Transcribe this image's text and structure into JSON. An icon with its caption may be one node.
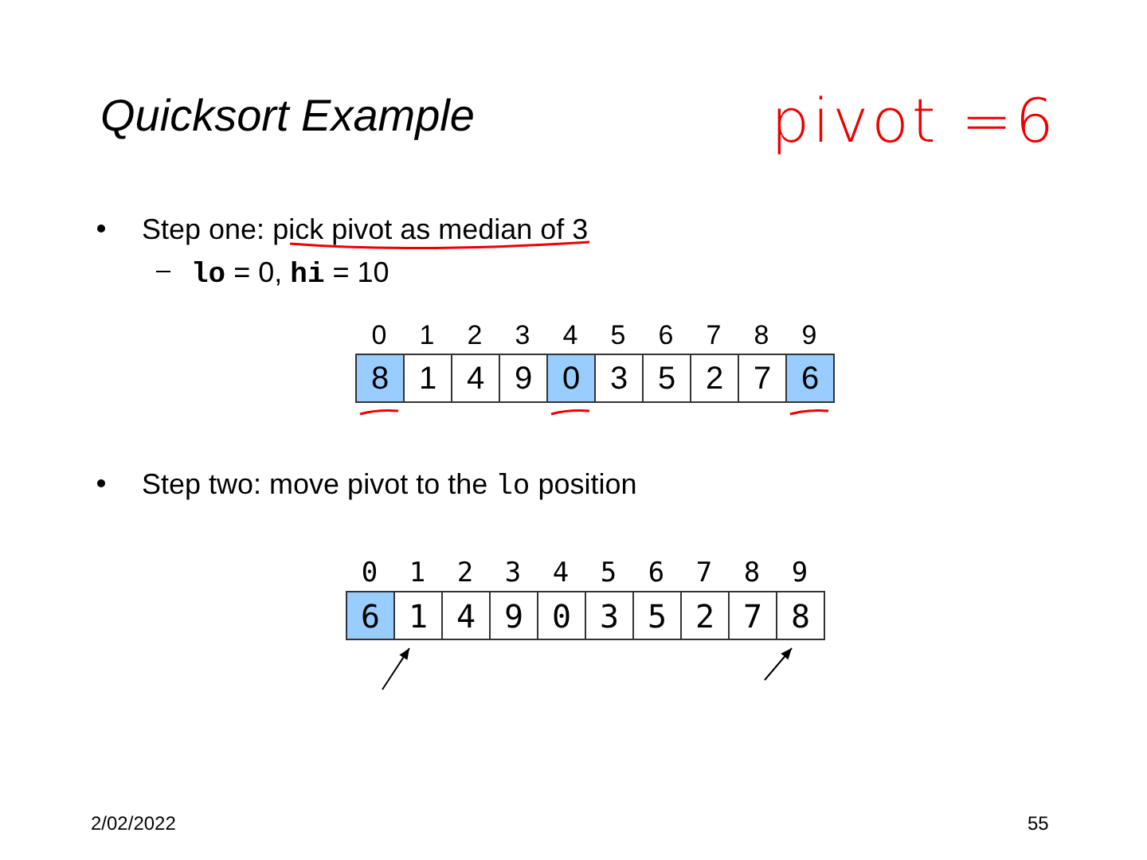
{
  "diagram": {
    "title": "Quicksort Example",
    "nodes": [
      {
        "text": [
          "8"
        ],
        "beside": [
          "0"
        ]
      },
      {
        "text": [
          "1"
        ],
        "beside": [
          "1"
        ]
      },
      {
        "text": [
          "4"
        ],
        "beside": [
          "2"
        ]
      },
      {
        "text": [
          "9"
        ],
        "beside": [
          "3"
        ]
      },
      {
        "text": [
          "0"
        ],
        "beside": [
          "4"
        ]
      },
      {
        "text": [
          "3"
        ],
        "beside": [
          "5"
        ]
      },
      {
        "text": [
          "5"
        ],
        "beside": [
          "6"
        ]
      },
      {
        "text": [
          "2"
        ],
        "beside": [
          "7"
        ]
      },
      {
        "text": [
          "7"
        ],
        "beside": [
          "8"
        ]
      },
      {
        "text": [
          "6"
        ],
        "beside": [
          "9"
        ]
      },
      {
        "text": [
          "6"
        ],
        "beside": [
          "0"
        ]
      },
      {
        "text": [
          "1"
        ],
        "beside": [
          "1"
        ]
      },
      {
        "text": [
          "4"
        ],
        "beside": [
          "2"
        ]
      },
      {
        "text": [
          "9"
        ],
        "beside": [
          "3"
        ]
      },
      {
        "text": [
          "0"
        ],
        "beside": [
          "4"
        ]
      },
      {
        "text": [
          "3"
        ],
        "beside": [
          "5"
        ]
      },
      {
        "text": [
          "5"
        ],
        "beside": [
          "6"
        ]
      },
      {
        "text": [
          "2"
        ],
        "beside": [
          "7"
        ]
      },
      {
        "text": [
          "7"
        ],
        "beside": [
          "8"
        ]
      },
      {
        "text": [
          "8"
        ],
        "beside": [
          "9"
        ]
      }
    ],
    "edges": [
      {
        "from": null,
        "to": 11,
        "arrow": "to"
      },
      {
        "from": null,
        "to": 19,
        "arrow": "to"
      }
    ],
    "labels": [
      "pivot =6",
      "Step one: pick pivot as median of 3",
      "**lo** = 0, **hi** = 10",
      "Step two: move pivot to the **lo** position",
      "2/02/2022",
      "55"
    ]
  }
}
